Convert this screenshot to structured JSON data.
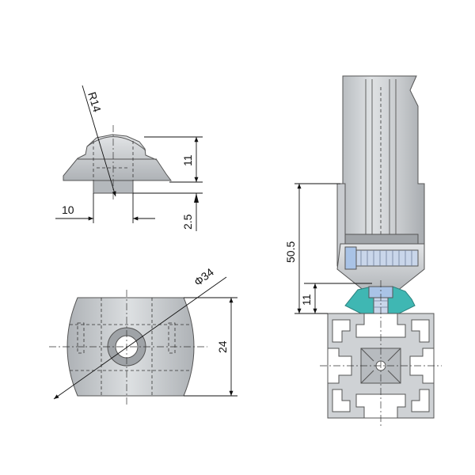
{
  "dimensions": {
    "radius": "R14",
    "height_head": "11",
    "width_base": "10",
    "height_base": "2.5",
    "diameter": "Φ34",
    "width_plan": "24",
    "assembly_height": "50.5",
    "assembly_offset": "11"
  },
  "colors": {
    "metal_light": "#d9dcdf",
    "metal_mid": "#b8bcc0",
    "metal_dark": "#8e9296",
    "accent_teal": "#3fb7b3",
    "accent_blue": "#a9c3e6",
    "outline": "#555555"
  }
}
